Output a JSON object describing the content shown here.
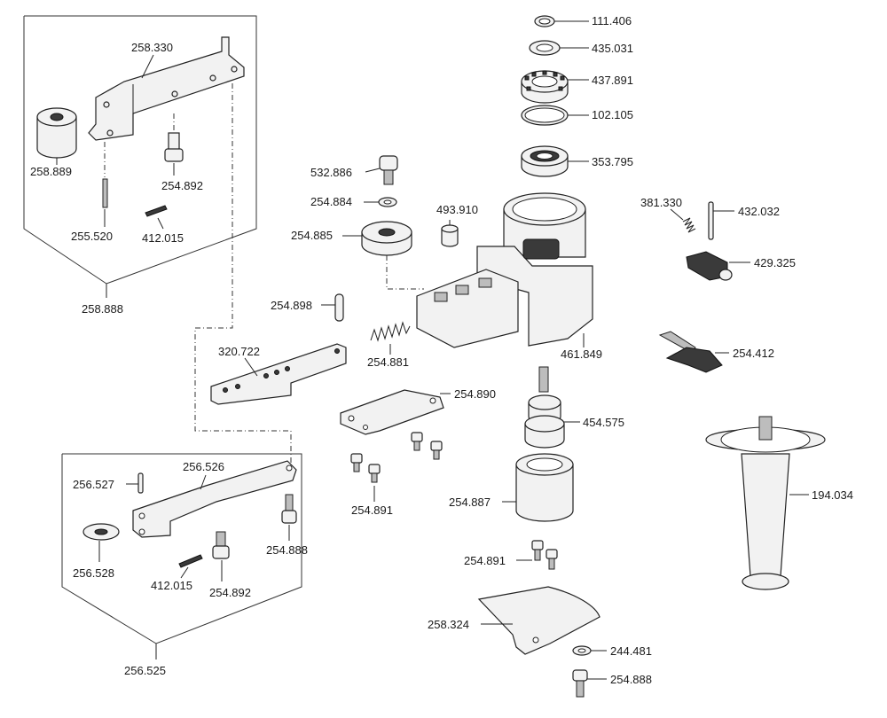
{
  "labels": {
    "p111406": "111.406",
    "p435031": "435.031",
    "p437891": "437.891",
    "p102105": "102.105",
    "p353795": "353.795",
    "p532886": "532.886",
    "p254884": "254.884",
    "p493910": "493.910",
    "p254885": "254.885",
    "p381330": "381.330",
    "p432032": "432.032",
    "p429325": "429.325",
    "p254898": "254.898",
    "p320722": "320.722",
    "p254881": "254.881",
    "p461849": "461.849",
    "p254412": "254.412",
    "p254890": "254.890",
    "p454575": "454.575",
    "p194034": "194.034",
    "p254891a": "254.891",
    "p254887": "254.887",
    "p254891b": "254.891",
    "p258324": "258.324",
    "p244481": "244.481",
    "p254888a": "254.888",
    "p258330": "258.330",
    "p258889": "258.889",
    "p254892a": "254.892",
    "p255520": "255.520",
    "p412015a": "412.015",
    "p258888": "258.888",
    "p256527": "256.527",
    "p256526": "256.526",
    "p256528": "256.528",
    "p412015b": "412.015",
    "p254892b": "254.892",
    "p254888b": "254.888",
    "p256525": "256.525"
  }
}
